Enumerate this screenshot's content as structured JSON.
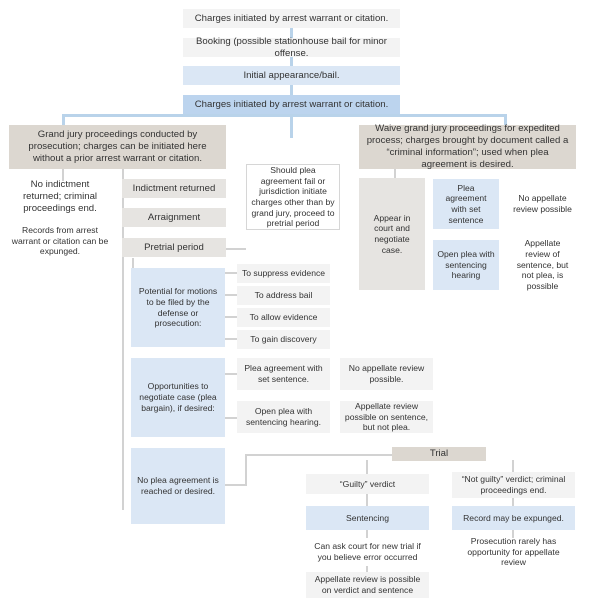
{
  "top": {
    "b1": "Charges initiated by arrest warrant or citation.",
    "b2": "Booking (possible stationhouse bail for minor offense.",
    "b3": "Initial appearance/bail.",
    "b4": "Charges initiated by arrest warrant or citation."
  },
  "left": {
    "grand_jury": "Grand jury proceedings conducted by prosecution; charges can be initiated here without a prior arrest warrant or citation.",
    "no_indictment": "No indictment returned; criminal proceedings end.",
    "records_expunged": "Records from arrest warrant or citation can be expunged.",
    "indictment": "Indictment returned",
    "arraignment": "Arraignment",
    "pretrial": "Pretrial period",
    "plea_fail": "Should plea agreement fail or jurisdiction initiate charges other than by grand jury, proceed to pretrial period"
  },
  "right": {
    "waive": "Waive grand jury proceedings for expedited process; charges brought by document called a “criminal information”; used when plea agreement is desired.",
    "appear": "Appear in court and negotiate case.",
    "plea_set": "Plea agreement with set sentence",
    "no_appellate": "No appellate review possible",
    "open_plea": "Open plea with sentencing hearing",
    "appellate_not_plea": "Appellate review of sentence, but not plea, is possible"
  },
  "motions": {
    "label": "Potential for motions to be filed by the defense or prosecution:",
    "items": [
      "To suppress evidence",
      "To address bail",
      "To allow evidence",
      "To gain discovery"
    ]
  },
  "negotiate": {
    "label": "Opportunities to negotiate case (plea bargain), if desired:",
    "plea_set": "Plea agreement with set sentence.",
    "no_review": "No appellate review possible.",
    "open_plea": "Open plea with sentencing hearing.",
    "review_sentence": "Appellate review possible on sentence, but not plea."
  },
  "trial": {
    "no_plea": "No plea agreement is reached or desired.",
    "trial": "Trial",
    "guilty": "“Guilty” verdict",
    "not_guilty": "“Not guilty” verdict; criminal proceedings end.",
    "sentencing": "Sentencing",
    "new_trial": "Can ask court for new trial if you believe error occurred",
    "appellate_verdict": "Appellate review is possible on verdict and sentence",
    "expunged": "Record may be expunged.",
    "prosecution_rarely": "Prosecution rarely has opportunity for appellate review"
  }
}
